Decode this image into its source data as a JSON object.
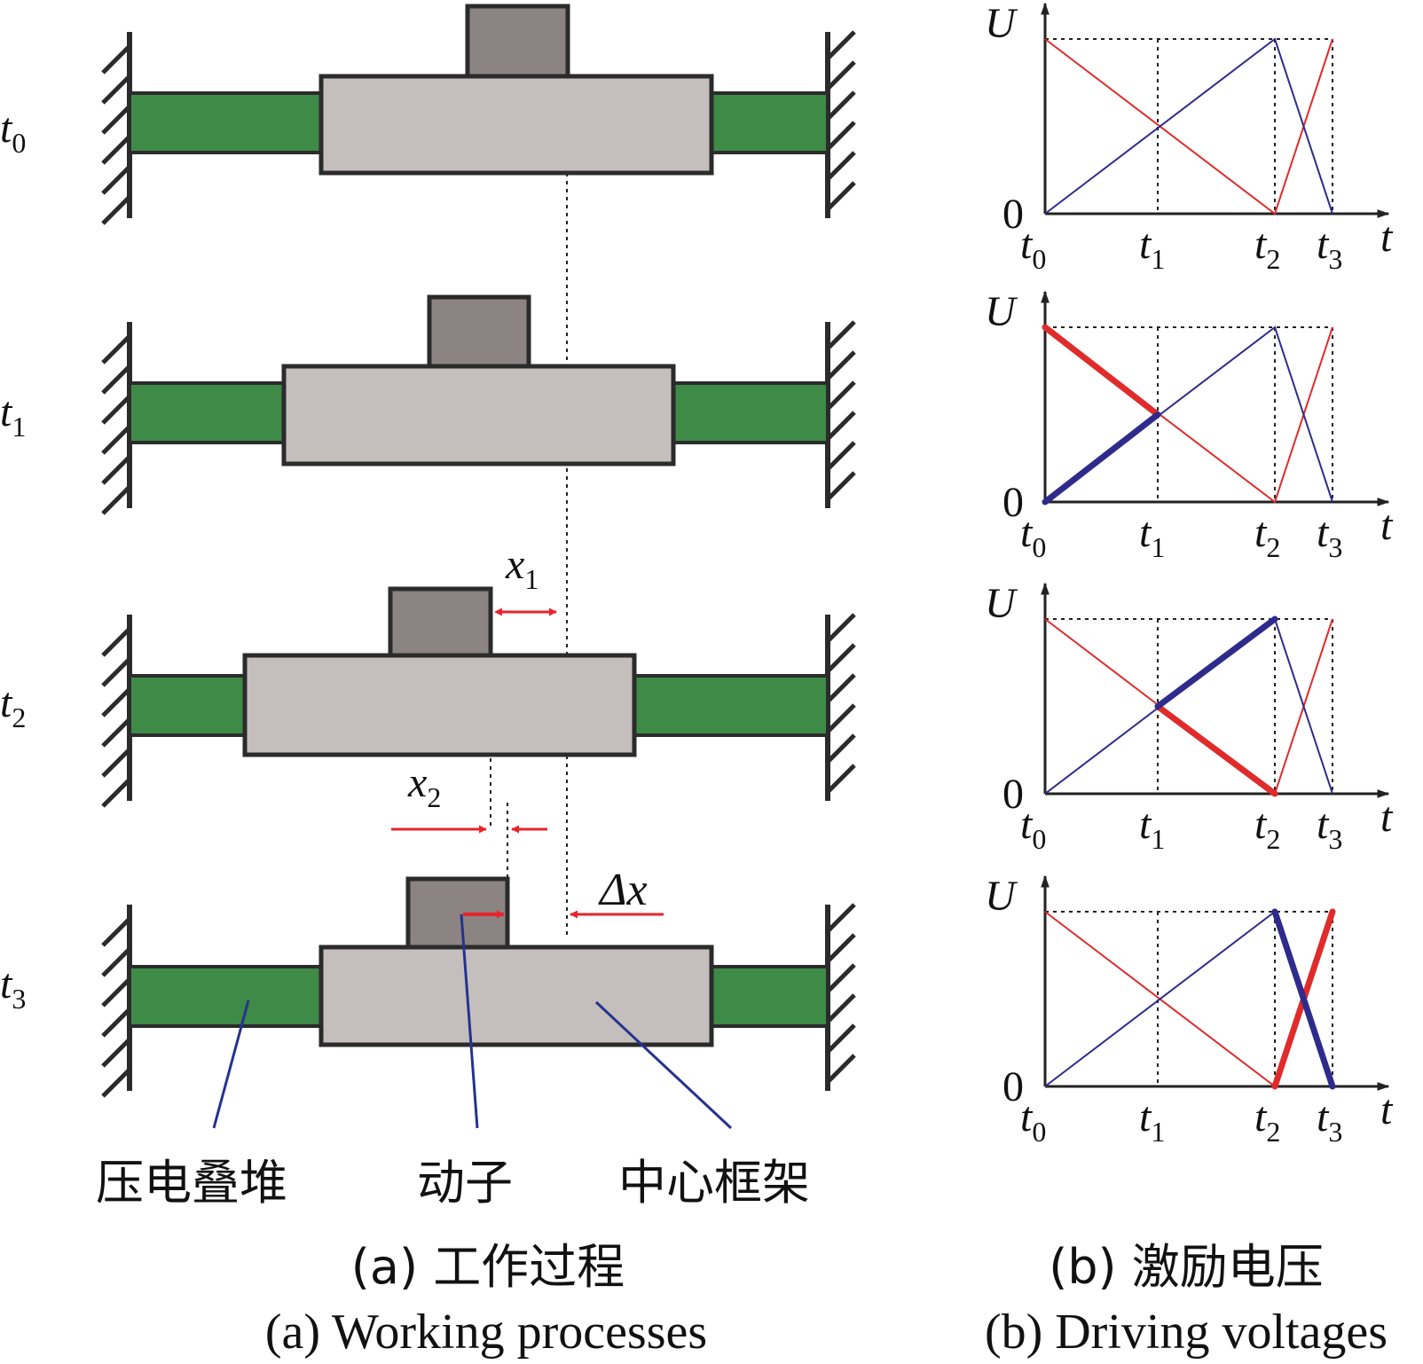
{
  "panel_a": {
    "time_labels": [
      {
        "t": "t",
        "sub": "0"
      },
      {
        "t": "t",
        "sub": "1"
      },
      {
        "t": "t",
        "sub": "2"
      },
      {
        "t": "t",
        "sub": "3"
      }
    ],
    "annotations": {
      "x1": {
        "t": "x",
        "sub": "1"
      },
      "x2": {
        "t": "x",
        "sub": "2"
      },
      "dx": "Δx"
    },
    "part_labels": [
      "压电叠堆",
      "动子",
      "中心框架"
    ],
    "caption_cn": "(a) 工作过程",
    "caption_en": "(a) Working processes"
  },
  "panel_b": {
    "y_label": "U",
    "zero_label": "0",
    "x_label": "t",
    "x_ticks": [
      {
        "t": "t",
        "sub": "0"
      },
      {
        "t": "t",
        "sub": "1"
      },
      {
        "t": "t",
        "sub": "2"
      },
      {
        "t": "t",
        "sub": "3"
      }
    ],
    "caption_cn": "(b) 激励电压",
    "caption_en": "(b) Driving voltages"
  },
  "colors": {
    "stack": "#3e8a47",
    "frame": "#c4bfbd",
    "mover": "#8b8482",
    "outline": "#2b2b2b",
    "red": "#e02b2b",
    "blue": "#2e2b8c",
    "arrow": "#e8232b",
    "leader": "#24338f"
  }
}
